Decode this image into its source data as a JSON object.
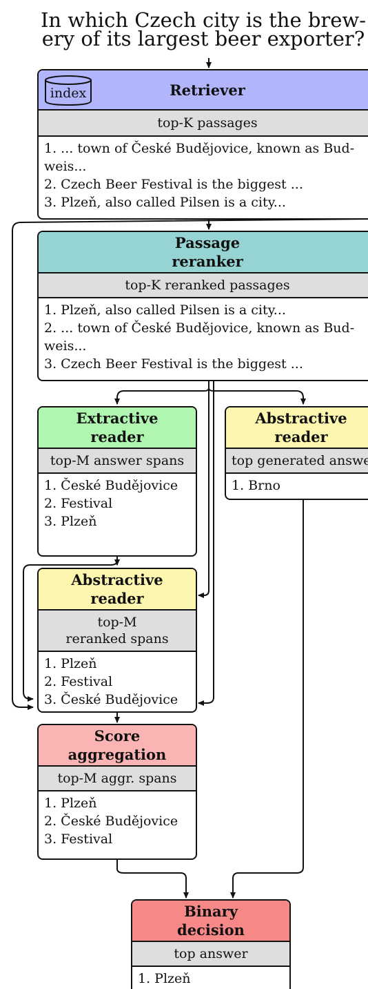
{
  "question": [
    "In which Czech city is the brew-",
    "ery of its largest beer exporter?"
  ],
  "retriever": {
    "index_label": "index",
    "title": "Retriever",
    "output_label": "top-K passages",
    "items": [
      "1. ... town of České Budějovice, known as Bud-",
      "weis...",
      "2. Czech Beer Festival is the biggest ...",
      "3. Plzeň, also called Pilsen is a city..."
    ]
  },
  "passage_reranker": {
    "title": [
      "Passage",
      "reranker"
    ],
    "output_label": "top-K reranked passages",
    "items": [
      "1. Plzeň, also called Pilsen is a city...",
      "2. ... town of České Budějovice, known as Bud-",
      "weis...",
      "3. Czech Beer Festival is the biggest ..."
    ]
  },
  "extractive_reader": {
    "title": [
      "Extractive",
      "reader"
    ],
    "output_label": "top-M answer spans",
    "items": [
      "1. České Budějovice",
      "2. Festival",
      "3. Plzeň"
    ]
  },
  "abstractive_reader_right": {
    "title": [
      "Abstractive",
      "reader"
    ],
    "output_label": "top generated answe",
    "items": [
      "1. Brno"
    ]
  },
  "abstractive_reader_mid": {
    "title": [
      "Abstractive",
      "reader"
    ],
    "output_label": [
      "top-M",
      "reranked spans"
    ],
    "items": [
      "1. Plzeň",
      "2. Festival",
      "3. České Budějovice"
    ]
  },
  "score_aggregation": {
    "title": [
      "Score",
      "aggregation"
    ],
    "output_label": "top-M aggr. spans",
    "items": [
      "1. Plzeň",
      "2. České Budějovice",
      "3. Festival"
    ]
  },
  "binary_decision": {
    "title": [
      "Binary",
      "decision"
    ],
    "output_label": "top answer",
    "items": [
      "1. Plzeň"
    ]
  }
}
